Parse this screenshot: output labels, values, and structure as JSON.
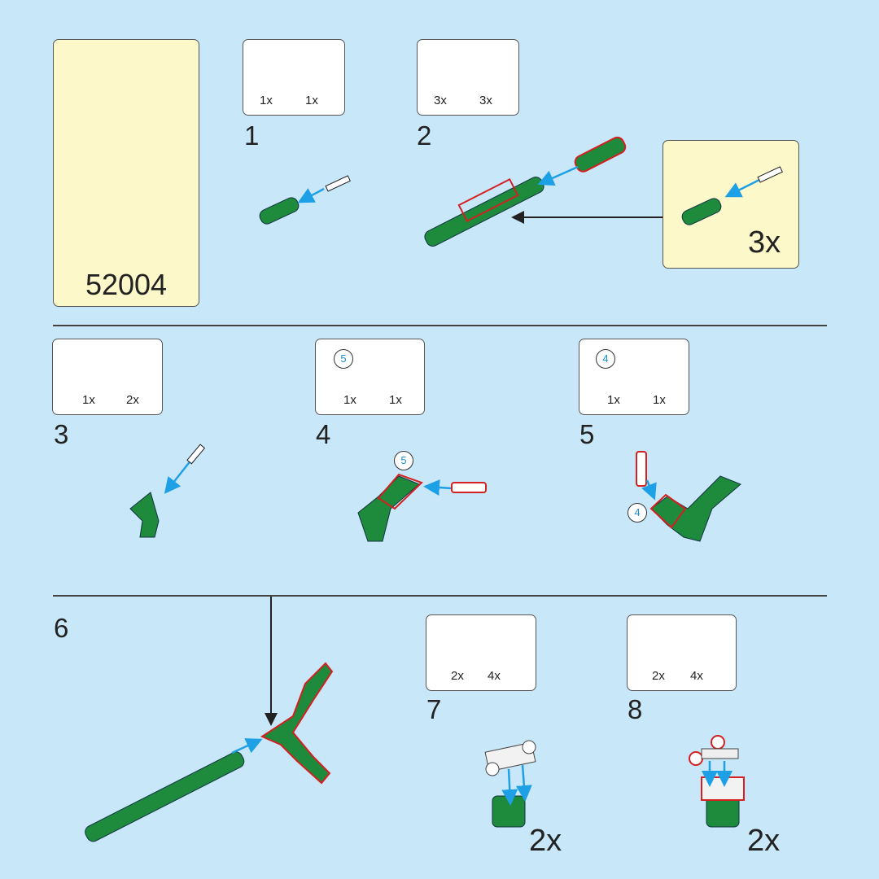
{
  "cover": {
    "set_number": "52004"
  },
  "steps": [
    {
      "number": "1",
      "parts": [
        "1x",
        "1x"
      ]
    },
    {
      "number": "2",
      "parts": [
        "3x",
        "3x"
      ],
      "substep_multiplier": "3x"
    },
    {
      "number": "3",
      "parts": [
        "1x",
        "2x"
      ]
    },
    {
      "number": "4",
      "parts": [
        "1x",
        "1x"
      ],
      "callout": "5"
    },
    {
      "number": "5",
      "parts": [
        "1x",
        "1x"
      ],
      "callout": "4"
    },
    {
      "number": "6"
    },
    {
      "number": "7",
      "parts": [
        "2x",
        "4x"
      ],
      "multiplier": "2x"
    },
    {
      "number": "8",
      "parts": [
        "2x",
        "4x"
      ],
      "multiplier": "2x"
    }
  ],
  "colors": {
    "background": "#c8e7f9",
    "cream": "#fdf8c9",
    "green": "#1e8a3c",
    "arrow": "#1ea0e6",
    "highlight": "#d42020"
  }
}
